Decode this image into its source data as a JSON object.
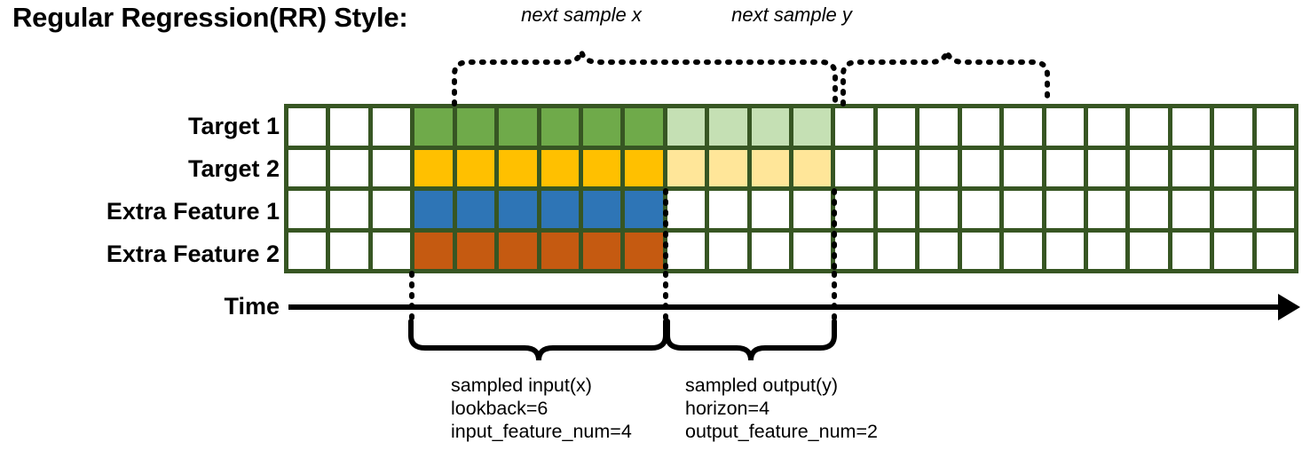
{
  "title": "Regular Regression(RR) Style:",
  "rows": [
    {
      "label": "Target 1",
      "name": "target-1"
    },
    {
      "label": "Target 2",
      "name": "target-2"
    },
    {
      "label": "Extra Feature 1",
      "name": "extra-feature-1"
    },
    {
      "label": "Extra Feature 2",
      "name": "extra-feature-2"
    }
  ],
  "axis": {
    "label": "Time"
  },
  "grid": {
    "total_columns": 24,
    "leading_blank_columns": 3,
    "input_columns": 6,
    "output_columns": 4,
    "trailing_blank_columns": 11
  },
  "colors": {
    "border": "#375623",
    "blank": "#ffffff",
    "target1_input": "#6FAA4A",
    "target1_output": "#C5E0B4",
    "target2_input": "#FFC000",
    "target2_output": "#FFE699",
    "feature1_input": "#2E75B6",
    "feature2_input": "#C55A11",
    "axis": "#000000",
    "annotation": "#000000"
  },
  "top_annotations": [
    {
      "name": "next-sample-x",
      "label": "next sample x"
    },
    {
      "name": "next-sample-y",
      "label": "next sample y"
    }
  ],
  "bottom_annotations": [
    {
      "name": "sampled-input",
      "lines": [
        "sampled input(x)",
        "lookback=6",
        "input_feature_num=4"
      ]
    },
    {
      "name": "sampled-output",
      "lines": [
        "sampled output(y)",
        "horizon=4",
        "output_feature_num=2"
      ]
    }
  ],
  "cell_fills": {
    "row0": [
      "#ffffff",
      "#ffffff",
      "#ffffff",
      "#6FAA4A",
      "#6FAA4A",
      "#6FAA4A",
      "#6FAA4A",
      "#6FAA4A",
      "#6FAA4A",
      "#C5E0B4",
      "#C5E0B4",
      "#C5E0B4",
      "#C5E0B4",
      "#ffffff",
      "#ffffff",
      "#ffffff",
      "#ffffff",
      "#ffffff",
      "#ffffff",
      "#ffffff",
      "#ffffff",
      "#ffffff",
      "#ffffff",
      "#ffffff"
    ],
    "row1": [
      "#ffffff",
      "#ffffff",
      "#ffffff",
      "#FFC000",
      "#FFC000",
      "#FFC000",
      "#FFC000",
      "#FFC000",
      "#FFC000",
      "#FFE699",
      "#FFE699",
      "#FFE699",
      "#FFE699",
      "#ffffff",
      "#ffffff",
      "#ffffff",
      "#ffffff",
      "#ffffff",
      "#ffffff",
      "#ffffff",
      "#ffffff",
      "#ffffff",
      "#ffffff",
      "#ffffff"
    ],
    "row2": [
      "#ffffff",
      "#ffffff",
      "#ffffff",
      "#2E75B6",
      "#2E75B6",
      "#2E75B6",
      "#2E75B6",
      "#2E75B6",
      "#2E75B6",
      "#ffffff",
      "#ffffff",
      "#ffffff",
      "#ffffff",
      "#ffffff",
      "#ffffff",
      "#ffffff",
      "#ffffff",
      "#ffffff",
      "#ffffff",
      "#ffffff",
      "#ffffff",
      "#ffffff",
      "#ffffff",
      "#ffffff"
    ],
    "row3": [
      "#ffffff",
      "#ffffff",
      "#ffffff",
      "#C55A11",
      "#C55A11",
      "#C55A11",
      "#C55A11",
      "#C55A11",
      "#C55A11",
      "#ffffff",
      "#ffffff",
      "#ffffff",
      "#ffffff",
      "#ffffff",
      "#ffffff",
      "#ffffff",
      "#ffffff",
      "#ffffff",
      "#ffffff",
      "#ffffff",
      "#ffffff",
      "#ffffff",
      "#ffffff",
      "#ffffff"
    ]
  }
}
